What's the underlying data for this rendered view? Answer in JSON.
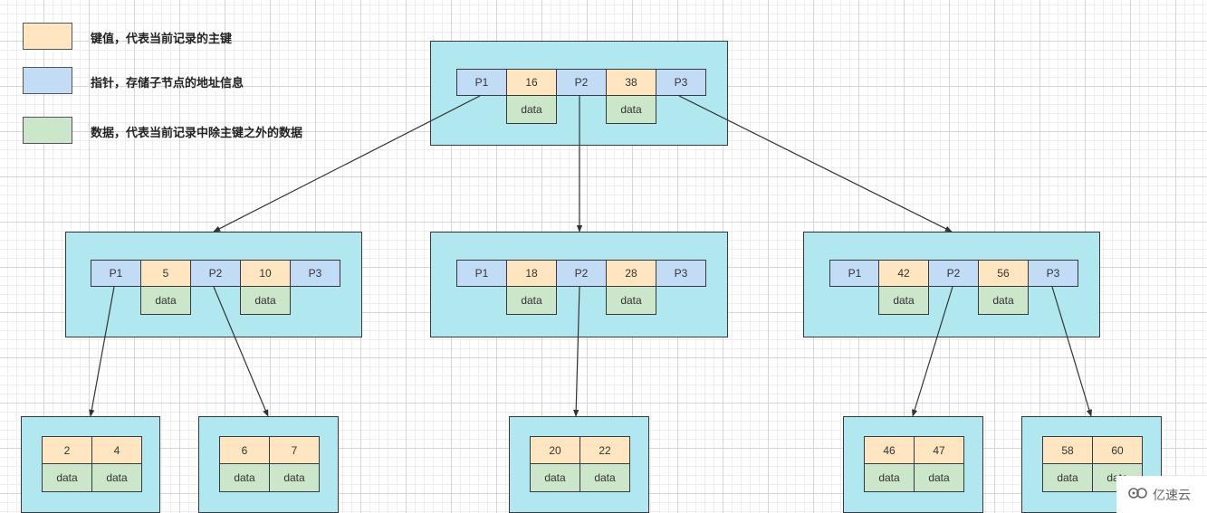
{
  "legend": [
    {
      "text": "键值，代表当前记录的主键",
      "color": "#ffe6c0"
    },
    {
      "text": "指针，存储子节点的地址信息",
      "color": "#c3dcf6"
    },
    {
      "text": "数据，代表当前记录中除主键之外的数据",
      "color": "#cbe6c9"
    }
  ],
  "colors": {
    "node_fill": "#b1e8ef",
    "key_fill": "#ffe6c0",
    "pointer_fill": "#c3dcf6",
    "data_fill": "#cbe6c9",
    "arrow": "#333333"
  },
  "internal_nodes": [
    {
      "id": "root",
      "p1": "P1",
      "k1": "16",
      "p2": "P2",
      "k2": "38",
      "p3": "P3",
      "d1": "data",
      "d2": "data"
    },
    {
      "id": "mid-left",
      "p1": "P1",
      "k1": "5",
      "p2": "P2",
      "k2": "10",
      "p3": "P3",
      "d1": "data",
      "d2": "data"
    },
    {
      "id": "mid-center",
      "p1": "P1",
      "k1": "18",
      "p2": "P2",
      "k2": "28",
      "p3": "P3",
      "d1": "data",
      "d2": "data"
    },
    {
      "id": "mid-right",
      "p1": "P1",
      "k1": "42",
      "p2": "P2",
      "k2": "56",
      "p3": "P3",
      "d1": "data",
      "d2": "data"
    }
  ],
  "leaf_nodes": [
    {
      "k1": "2",
      "k2": "4",
      "d1": "data",
      "d2": "data"
    },
    {
      "k1": "6",
      "k2": "7",
      "d1": "data",
      "d2": "data"
    },
    {
      "k1": "20",
      "k2": "22",
      "d1": "data",
      "d2": "data"
    },
    {
      "k1": "46",
      "k2": "47",
      "d1": "data",
      "d2": "data"
    },
    {
      "k1": "58",
      "k2": "60",
      "d1": "data",
      "d2": "data"
    }
  ],
  "watermark": {
    "text": "亿速云",
    "icon": "cloud-logo-icon"
  }
}
